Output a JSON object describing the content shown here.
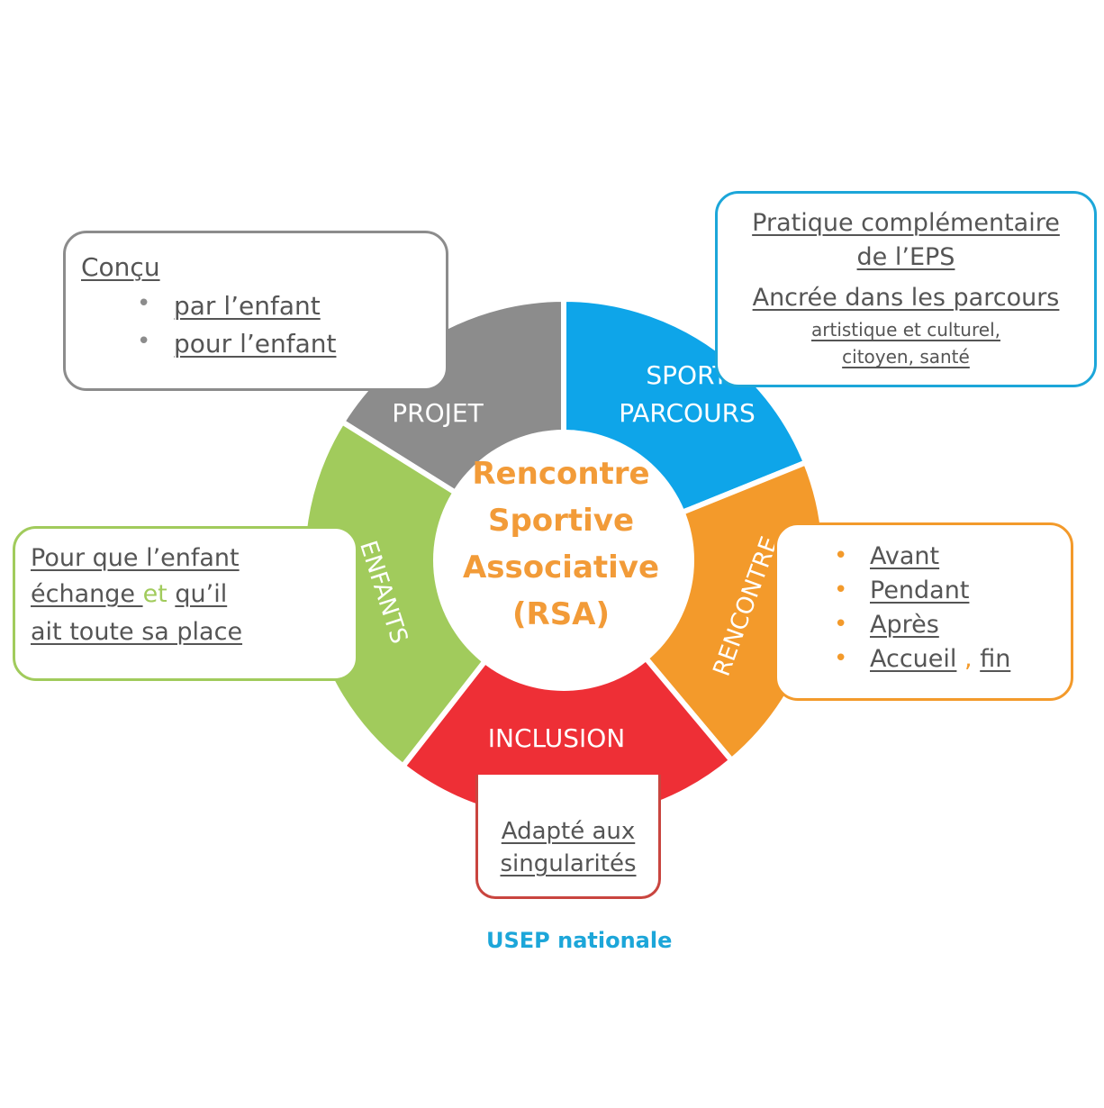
{
  "center": {
    "line1": "Rencontre",
    "line2": "Sportive",
    "line3": "Associative",
    "line4": "(RSA)"
  },
  "segments": {
    "projet": {
      "label": "PROJET",
      "color": "#8c8c8c"
    },
    "sport": {
      "line1": "SPORT",
      "line2": "PARCOURS",
      "color": "#0ea5e9"
    },
    "rencontre": {
      "label": "RENCONTRE",
      "color": "#f39a2b"
    },
    "inclusion": {
      "label": "INCLUSION",
      "color": "#ee2f36"
    },
    "enfants": {
      "label": "ENFANTS",
      "color": "#a1cb5c"
    }
  },
  "boxes": {
    "projet": {
      "title": "Conçu",
      "items": [
        "par l’enfant",
        "pour l’enfant"
      ],
      "border": "#8c8c8c"
    },
    "sport": {
      "line1": "Pratique complémentaire",
      "line2": "de l’EPS",
      "line3": "Ancrée dans les parcours",
      "line4": "artistique et culturel,",
      "line5": "citoyen, santé",
      "border": "#1ca6d9"
    },
    "rencontre": {
      "items": [
        "Avant",
        "Pendant",
        "Après",
        "Accueil"
      ],
      "sep": ",",
      "last": "fin",
      "border": "#f39a2b"
    },
    "inclusion": {
      "line1": "Adapté aux",
      "line2": "singularités",
      "border": "#c9453f"
    },
    "enfants": {
      "line1": "Pour que l’enfant",
      "line2a": "échange ",
      "line2b": "et",
      "line2c": "qu’il",
      "line3": "ait toute sa place",
      "border": "#a1cb5c"
    }
  },
  "footer": "USEP nationale"
}
